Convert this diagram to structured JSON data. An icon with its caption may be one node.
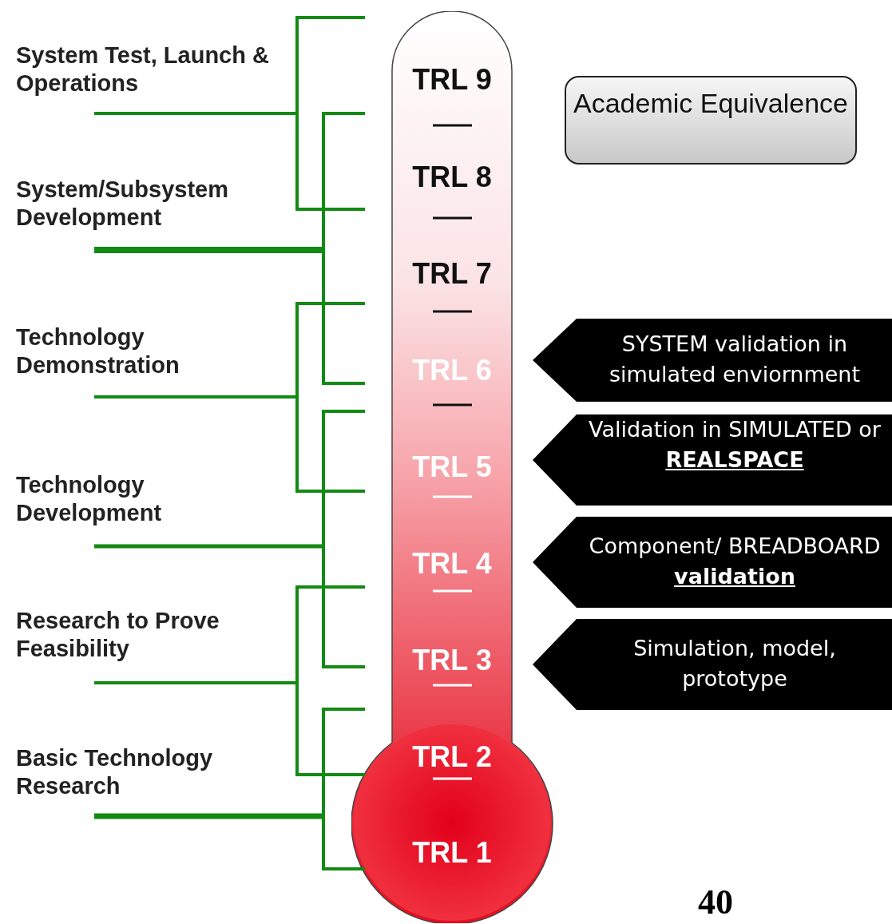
{
  "diagram": {
    "nodes": [
      {
        "text": [
          "TRL 9",
          "TRL 8",
          "TRL 7",
          "TRL 6",
          "TRL 5",
          "TRL 4",
          "TRL 3",
          "TRL 2",
          "TRL 1"
        ]
      },
      {
        "text": [
          "Academic Equivalence"
        ]
      },
      {
        "text": [
          "SYSTEM validation in simulated enviornment"
        ]
      },
      {
        "text": [
          "Validation in SIMULATED or **REALSPACE**"
        ]
      },
      {
        "text": [
          "Component/ BREADBOARD **validation**"
        ]
      },
      {
        "text": [
          "Simulation, model, prototype"
        ]
      }
    ],
    "labels": [
      "System Test, Launch & Operations",
      "System/Subsystem Development",
      "Technology Demonstration",
      "Technology Development",
      "Research to Prove Feasibility",
      "Basic Technology Research",
      "40"
    ]
  }
}
